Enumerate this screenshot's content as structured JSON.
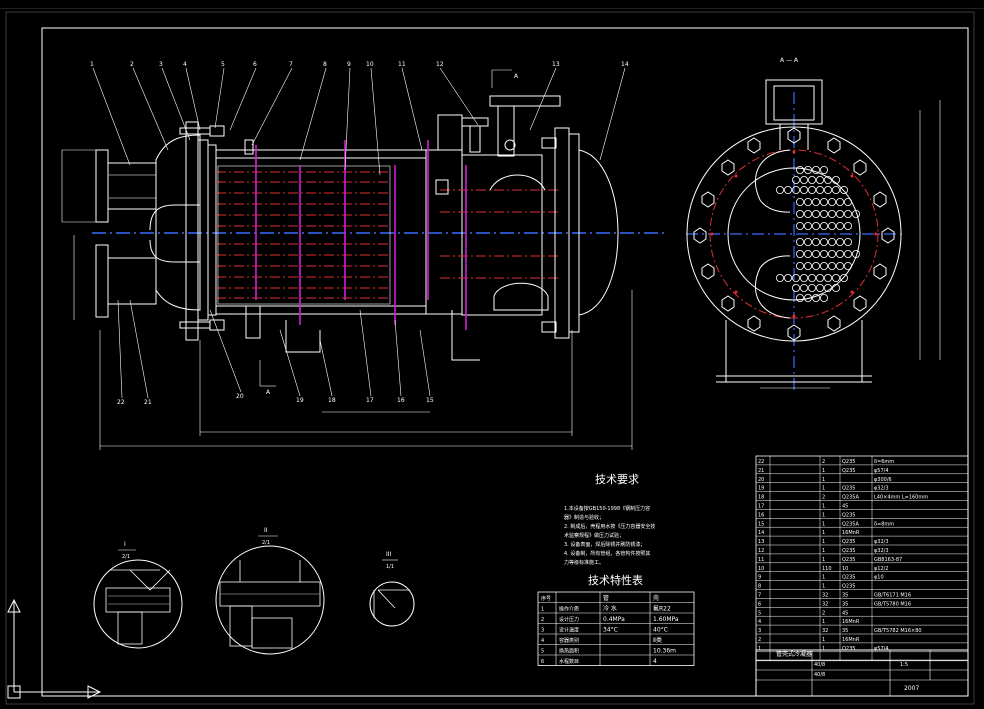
{
  "tech_requirements": {
    "title": "技术要求",
    "lines": [
      "1.本设备按GB150-1998《钢制压力容",
      "器》制造与验收；",
      "2. 制成后，壳程用水按《压力容器安全技",
      "术监察规程》做压力试验；",
      "3. 设备表面，焊后除锈并刷防锈漆；",
      "4. 设备制，所有管组，各管构件按照其",
      "力等级标准施工。"
    ]
  },
  "tech_characteristics": {
    "title": "技术特性表",
    "headers": [
      "序号",
      "",
      "管",
      "壳"
    ],
    "rows": [
      [
        "1",
        "操作介质",
        "冷 水",
        "氟R22"
      ],
      [
        "2",
        "设计压力",
        "0.4MPa",
        "1.60MPa"
      ],
      [
        "3",
        "设计温度",
        "34°C",
        "40°C"
      ],
      [
        "4",
        "容器类别",
        "",
        "Ⅱ类"
      ],
      [
        "5",
        "换热面积",
        "",
        "10.36m"
      ],
      [
        "6",
        "水程数目",
        "",
        "4"
      ]
    ]
  },
  "parts_list": {
    "rows": [
      [
        "22",
        "",
        "2",
        "Q235",
        "δ=6mm"
      ],
      [
        "21",
        "",
        "1",
        "Q235",
        "φ57/4"
      ],
      [
        "20",
        "",
        "1",
        "",
        "φ300/6"
      ],
      [
        "19",
        "",
        "1",
        "Q235",
        "φ32/3"
      ],
      [
        "18",
        "",
        "2",
        "Q235A",
        "L40×4mm L=160mm"
      ],
      [
        "17",
        "",
        "1",
        "45",
        ""
      ],
      [
        "16",
        "",
        "1",
        "Q235",
        ""
      ],
      [
        "15",
        "",
        "1",
        "Q235A",
        "δ=8mm"
      ],
      [
        "14",
        "",
        "1",
        "16MnR",
        ""
      ],
      [
        "13",
        "",
        "1",
        "Q235",
        "φ32/3"
      ],
      [
        "12",
        "",
        "1",
        "Q235",
        "φ32/3"
      ],
      [
        "11",
        "",
        "1",
        "Q235",
        "GB8163-87"
      ],
      [
        "10",
        "",
        "110",
        "10",
        "φ12/2"
      ],
      [
        "9",
        "",
        "1",
        "Q235",
        "φ10"
      ],
      [
        "8",
        "",
        "1",
        "Q235",
        ""
      ],
      [
        "7",
        "",
        "32",
        "35",
        "GB/T6171 M16"
      ],
      [
        "6",
        "",
        "32",
        "35",
        "GB/T5780 M16"
      ],
      [
        "5",
        "",
        "2",
        "45",
        ""
      ],
      [
        "4",
        "",
        "1",
        "16MnR",
        ""
      ],
      [
        "3",
        "",
        "32",
        "35",
        "GB/T5782 M16×80"
      ],
      [
        "2",
        "",
        "1",
        "16MnR",
        ""
      ],
      [
        "1",
        "",
        "1",
        "Q235",
        "φ57/4"
      ]
    ],
    "title_block": {
      "name": "管壳式冷凝器",
      "year": "2007",
      "scale": "1:5",
      "left_codes": [
        "40/8",
        "40/8"
      ]
    }
  },
  "views": {
    "section_title": "A — A",
    "detail_I": {
      "label": "I",
      "scale": "2/1"
    },
    "detail_II": {
      "label": "II",
      "scale": "2/1"
    },
    "detail_III": {
      "label": "III",
      "scale": "1/1"
    },
    "label_A": "A",
    "label_B": "A"
  },
  "part_labels": {
    "top": [
      "1",
      "2",
      "3",
      "4",
      "5",
      "6",
      "7",
      "8",
      "9",
      "10",
      "11",
      "12",
      "13",
      "14"
    ],
    "bottom": [
      "22",
      "21",
      "20",
      "19",
      "18",
      "17",
      "16",
      "15"
    ]
  }
}
